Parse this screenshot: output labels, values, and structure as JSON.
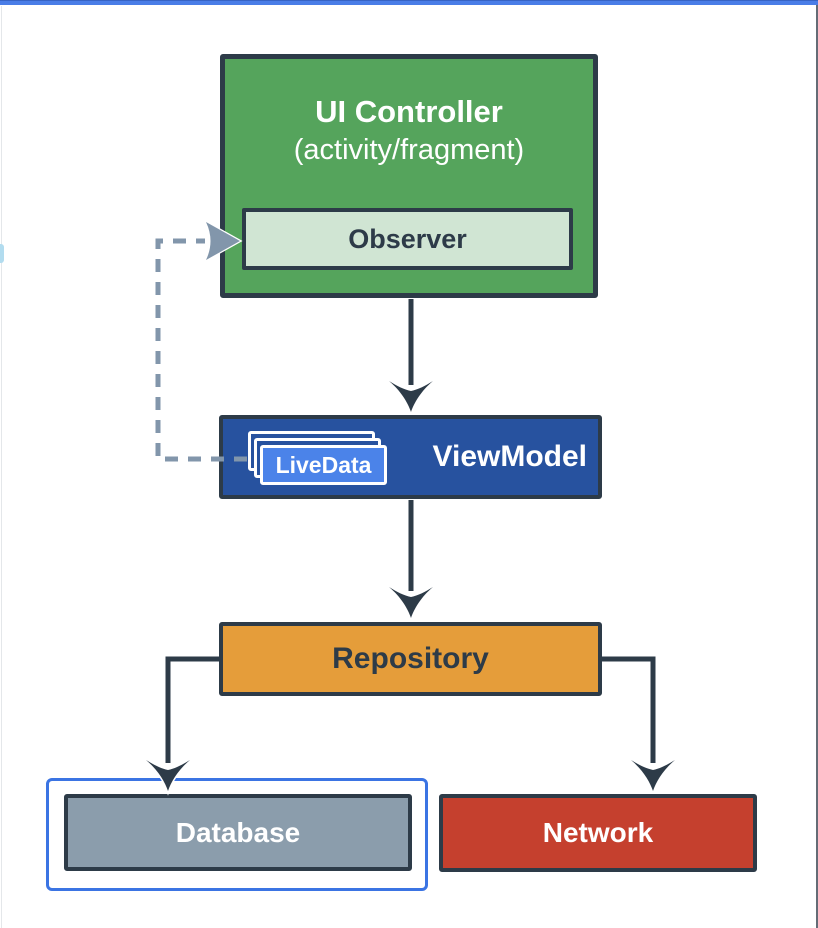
{
  "chrome": {
    "top_bar_color": "#4a7de7",
    "right_edge_color": "#49525e",
    "scroll_thumb_color": "#b2dcef"
  },
  "diagram": {
    "nodes": {
      "ui_controller": {
        "title": "UI Controller",
        "subtitle": "(activity/fragment)",
        "fill": "#55a45c"
      },
      "observer": {
        "label": "Observer",
        "fill": "#d0e5d3"
      },
      "viewmodel": {
        "label": "ViewModel",
        "fill": "#27529f"
      },
      "livedata": {
        "label": "LiveData",
        "fill": "#4b83e9",
        "stack_count": 3
      },
      "repository": {
        "label": "Repository",
        "fill": "#e59d3a"
      },
      "database": {
        "label": "Database",
        "fill": "#8b9dac",
        "highlighted": true
      },
      "network": {
        "label": "Network",
        "fill": "#c5402e"
      }
    },
    "edges": [
      {
        "from": "ui_controller",
        "to": "viewmodel",
        "style": "solid"
      },
      {
        "from": "viewmodel",
        "to": "repository",
        "style": "solid"
      },
      {
        "from": "repository",
        "to": "database",
        "style": "solid"
      },
      {
        "from": "repository",
        "to": "network",
        "style": "solid"
      },
      {
        "from": "livedata",
        "to": "observer",
        "style": "dashed"
      }
    ],
    "colors": {
      "solid_stroke": "#2d3b48",
      "dashed_stroke": "#8296ab",
      "highlight_outline": "#3b74e3",
      "text_light": "#ffffff"
    }
  }
}
